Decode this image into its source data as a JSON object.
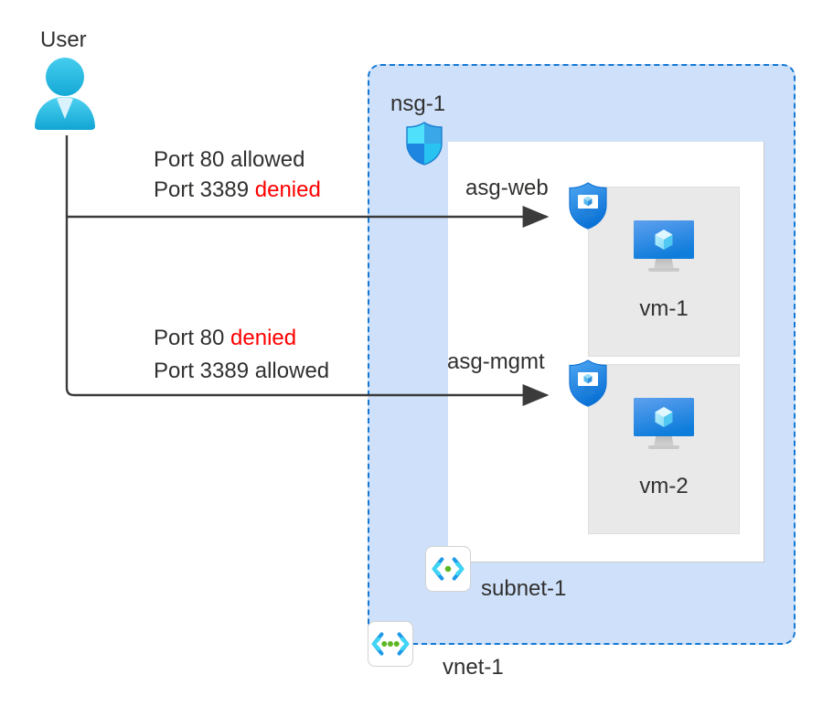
{
  "diagram": {
    "title": "Azure network security group and application security group diagram",
    "colors": {
      "vnet_fill": "#cfe1fa",
      "vnet_border": "#1478d4",
      "subnet_fill": "#ffffff",
      "vm_card_fill": "#e9e9e9",
      "text": "#31302f",
      "denied_text": "#ff0000",
      "connector": "#3b3b3b",
      "user_icon": "#29b6e0",
      "asg_shield": "#1f8ae8",
      "nsg_shield": "#3ad2f5"
    }
  },
  "user": {
    "label": "User",
    "icon": "user-avatar-icon"
  },
  "flows": [
    {
      "id": "flow-web",
      "lines": [
        {
          "prefix": "Port 80 ",
          "status": "allowed",
          "denied": false
        },
        {
          "prefix": "Port 3389 ",
          "status": "denied",
          "denied": true
        }
      ],
      "target_label": "asg-web",
      "target_icon": "asg-shield-icon"
    },
    {
      "id": "flow-mgmt",
      "lines": [
        {
          "prefix": "Port 80 ",
          "status": "denied",
          "denied": true
        },
        {
          "prefix": "Port 3389 ",
          "status": "allowed",
          "denied": false
        }
      ],
      "target_label": "asg-mgmt",
      "target_icon": "asg-shield-icon"
    }
  ],
  "vnet": {
    "label": "vnet-1",
    "icon": "vnet-icon"
  },
  "subnet": {
    "label": "subnet-1",
    "icon": "subnet-icon"
  },
  "nsg": {
    "label": "nsg-1",
    "icon": "nsg-shield-icon"
  },
  "virtual_machines": [
    {
      "name": "vm-1",
      "icon": "virtual-machine-icon",
      "asg": "asg-web"
    },
    {
      "name": "vm-2",
      "icon": "virtual-machine-icon",
      "asg": "asg-mgmt"
    }
  ]
}
